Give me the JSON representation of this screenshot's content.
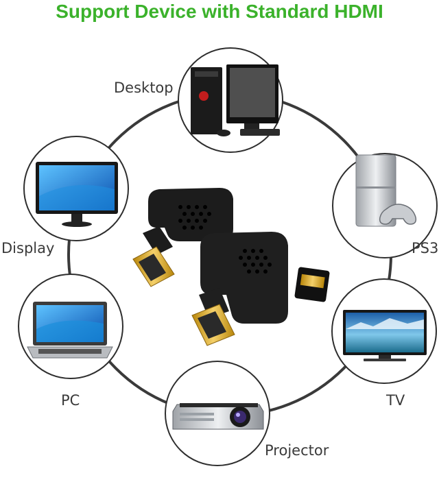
{
  "header": {
    "title": "Support Device with Standard HDMI",
    "title_color": "#3bb22b"
  },
  "devices": [
    {
      "key": "desktop",
      "label": "Desktop",
      "icon": "desktop-computer-icon"
    },
    {
      "key": "ps3",
      "label": "PS3",
      "icon": "game-console-icon"
    },
    {
      "key": "tv",
      "label": "TV",
      "icon": "television-icon"
    },
    {
      "key": "projector",
      "label": "Projector",
      "icon": "projector-icon"
    },
    {
      "key": "pc",
      "label": "PC",
      "icon": "laptop-icon"
    },
    {
      "key": "display",
      "label": "Display",
      "icon": "monitor-icon"
    }
  ],
  "product": {
    "icon": "hdmi-right-angle-adapter-icon"
  },
  "colors": {
    "ring": "#3a3a3a",
    "adapter": "#1c1c1c",
    "gold": "#d9a520"
  }
}
